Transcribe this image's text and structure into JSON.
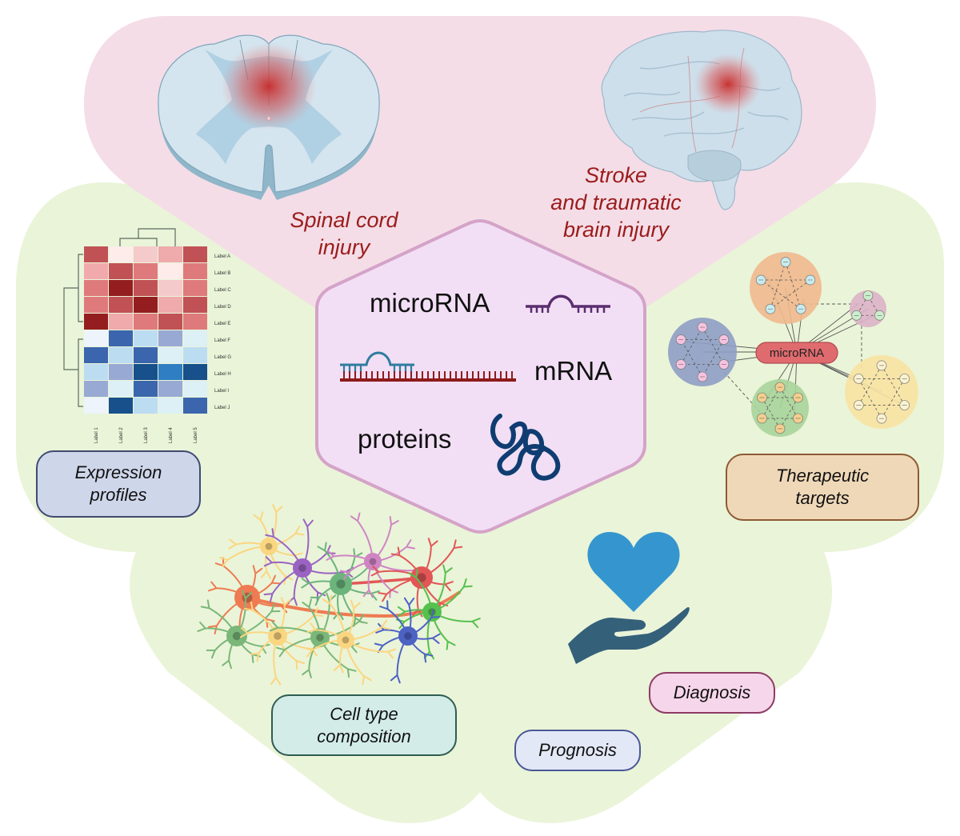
{
  "title": "microRNA roles in CNS injury",
  "injuries": {
    "spinal": {
      "line1": "Spinal cord",
      "line2": "injury"
    },
    "brain": {
      "line1": "Stroke",
      "line2": "and traumatic",
      "line3": "brain injury"
    }
  },
  "center": {
    "microrna": "microRNA",
    "mrna": "mRNA",
    "proteins": "proteins"
  },
  "applications": {
    "expression": {
      "line1": "Expression",
      "line2": "profiles"
    },
    "therapeutic": {
      "line1": "Therapeutic",
      "line2": "targets"
    },
    "celltype": {
      "line1": "Cell type",
      "line2": "composition"
    },
    "diagnosis": "Diagnosis",
    "prognosis": "Prognosis"
  },
  "heatmap": {
    "row_labels": [
      "Label A",
      "Label B",
      "Label C",
      "Label D",
      "Label E",
      "Label F",
      "Label G",
      "Label H",
      "Label I",
      "Label J"
    ],
    "col_labels": [
      "Label 1",
      "Label 2",
      "Label 3",
      "Label 4",
      "Label 5"
    ],
    "cells": [
      [
        "#c05255",
        "#fdecea",
        "#f5caca",
        "#efaaab",
        "#c05255"
      ],
      [
        "#f0aaab",
        "#c05255",
        "#df7a7c",
        "#fdecea",
        "#df7a7c"
      ],
      [
        "#df7a7c",
        "#941e1f",
        "#c05255",
        "#f5caca",
        "#df7a7c"
      ],
      [
        "#df7a7c",
        "#c05255",
        "#941e1f",
        "#efaaab",
        "#c05255"
      ],
      [
        "#941e1f",
        "#f0aaab",
        "#df7a7c",
        "#c05255",
        "#df7a7c"
      ],
      [
        "#eef4fb",
        "#3b66ad",
        "#bcdcf2",
        "#98a9d4",
        "#dcf0f5"
      ],
      [
        "#3b66ad",
        "#bcdcf2",
        "#3b66ad",
        "#dcf0f5",
        "#bcdcf2"
      ],
      [
        "#bcdcf2",
        "#98a9d4",
        "#17508a",
        "#2f7ec3",
        "#17508a"
      ],
      [
        "#98a9d4",
        "#dcf0f5",
        "#3b66ad",
        "#98a9d4",
        "#dcf0f5"
      ],
      [
        "#eef4fb",
        "#17508a",
        "#bcdcf2",
        "#dcf0f5",
        "#3b66ad"
      ]
    ]
  },
  "network": {
    "hub_label": "microRNA",
    "node_label": "Gene"
  },
  "colors": {
    "pink_region": "#f4dde7",
    "green_region": "#eaf4d8",
    "hexagon_fill": "#f2dff5",
    "hexagon_stroke": "#d4a3c8",
    "injury_text": "#9b1c1c",
    "heart": "#3596cf",
    "hand": "#34607a"
  }
}
